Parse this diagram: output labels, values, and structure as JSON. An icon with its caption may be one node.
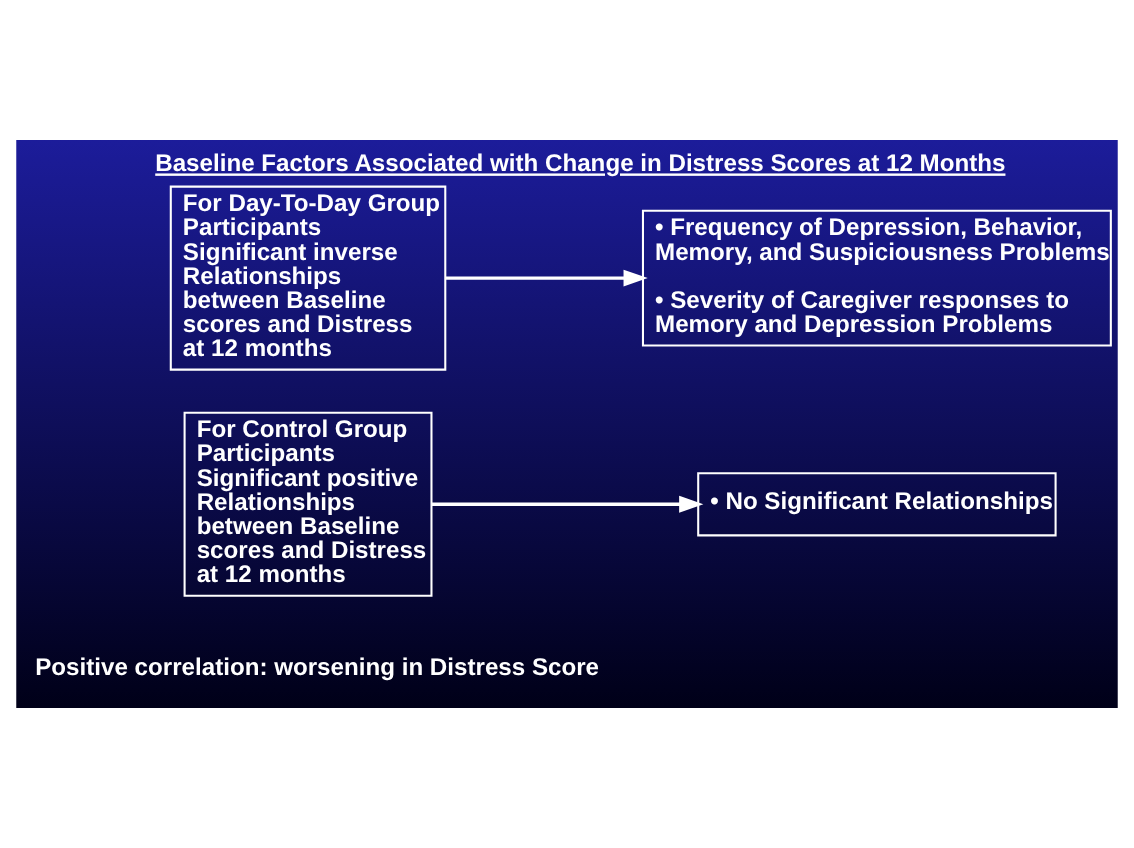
{
  "diagram": {
    "title": "Baseline Factors Associated with Change in Distress Scores at 12 Months",
    "nodes": [
      {
        "text": [
          "For Day-To-Day Group Participants Significant inverse Relationships between Baseline scores and Distress at 12 months"
        ]
      },
      {
        "text": [
          "• Frequency of Depression, Behavior, Memory, and Suspiciousness Problems",
          "• Severity of Caregiver responses to Memory and Depression Problems"
        ]
      },
      {
        "text": [
          "For Control Group Participants Significant positive Relationships between Baseline scores and Distress at 12 months"
        ]
      },
      {
        "text": [
          "• No Significant Relationships"
        ]
      }
    ],
    "edges": [
      {
        "from": 0,
        "to": 1,
        "arrow": "to"
      },
      {
        "from": 2,
        "to": 3,
        "arrow": "to"
      }
    ],
    "labels": [
      "Positive correlation: worsening in Distress Score"
    ]
  }
}
